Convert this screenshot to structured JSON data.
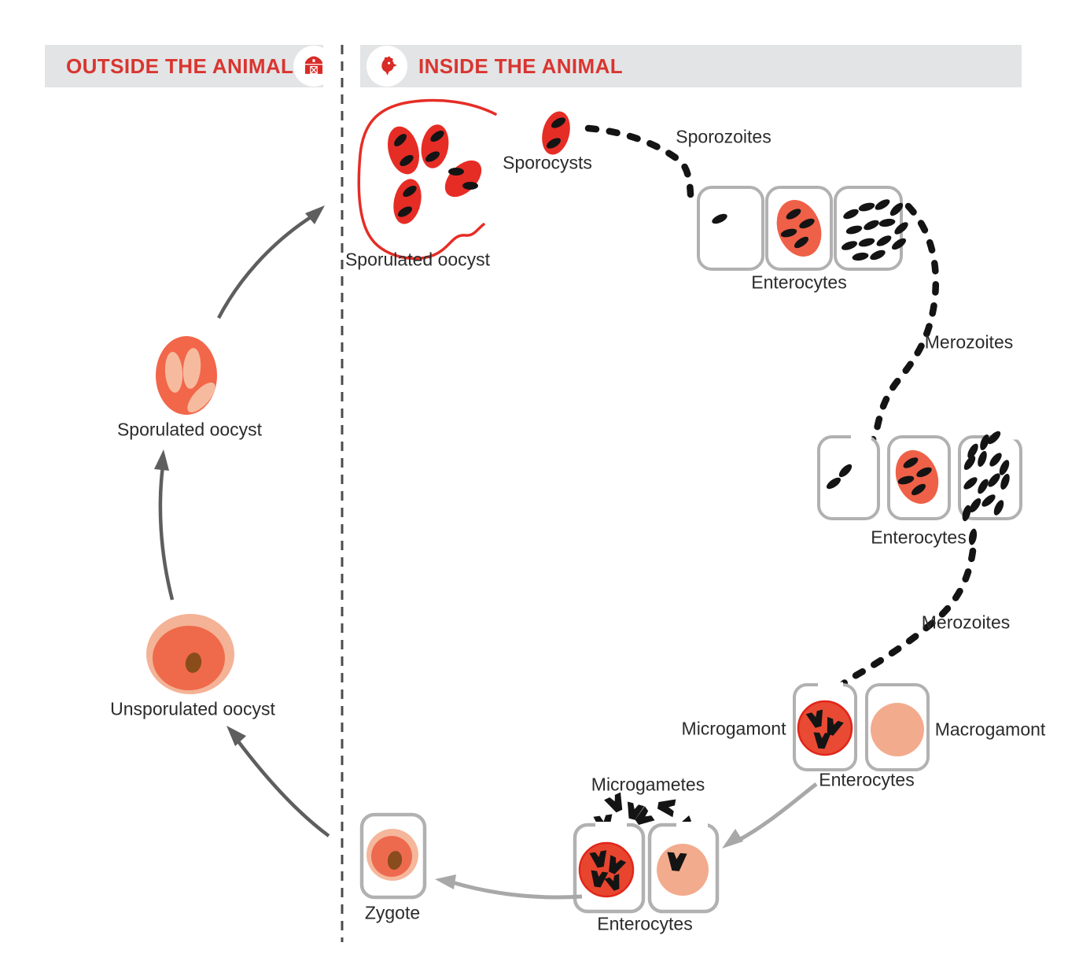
{
  "header": {
    "left": {
      "label": "OUTSIDE THE ANIMAL",
      "icon": "barn-icon"
    },
    "right": {
      "label": "INSIDE THE ANIMAL",
      "icon": "rooster-icon"
    }
  },
  "labels": {
    "sporulated_oocyst_inside": "Sporulated oocyst",
    "sporocysts": "Sporocysts",
    "sporozoites": "Sporozoites",
    "enterocytes_1": "Enterocytes",
    "merozoites_1": "Merozoites",
    "enterocytes_2": "Enterocytes",
    "merozoites_2": "Merozoites",
    "microgamont": "Microgamont",
    "macrogamont": "Macrogamont",
    "enterocytes_3": "Enterocytes",
    "microgametes": "Microgametes",
    "enterocytes_4": "Enterocytes",
    "zygote": "Zygote",
    "sporulated_oocyst_outside": "Sporulated oocyst",
    "unsporulated_oocyst": "Unsporulated oocyst"
  },
  "colors": {
    "accent_red": "#d93530",
    "diagram_red": "#e52d26",
    "orange_cell": "#ee6148",
    "salmon": "#f3ab8d",
    "pale_salmon": "#f5b79c",
    "nucleus_brown": "#8a4b1d",
    "box_border": "#b1b1b1",
    "arrow_dark": "#5e5e5e",
    "arrow_light": "#a8a8a8",
    "band_bg": "#e3e4e5",
    "text": "#2b2b2b"
  }
}
